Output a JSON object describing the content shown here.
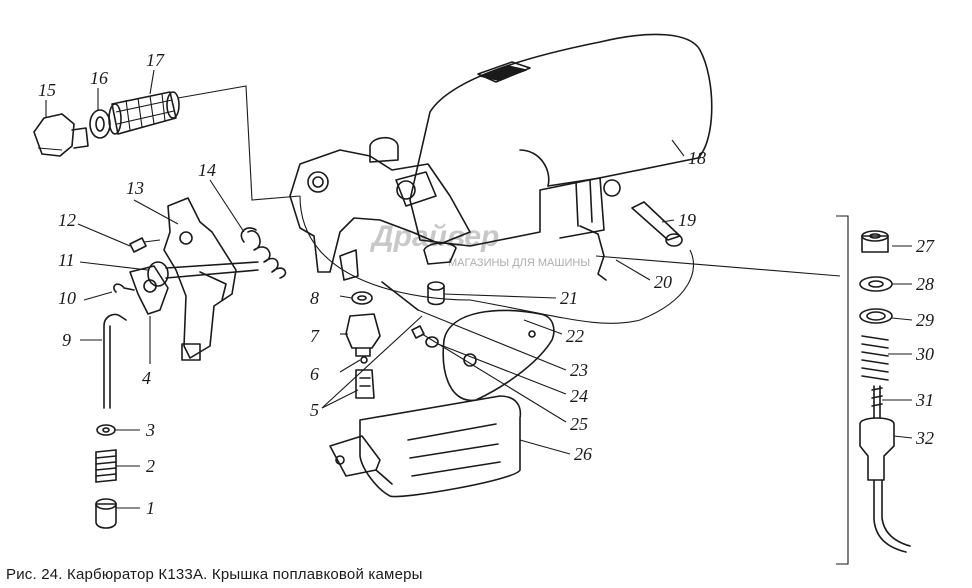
{
  "caption": "Рис. 24. Карбюратор К133А. Крышка поплавковой камеры",
  "watermark": {
    "title": "Драйвер",
    "subtitle": "МАГАЗИНЫ ДЛЯ МАШИНЫ"
  },
  "part_numbers": {
    "p1": "1",
    "p2": "2",
    "p3": "3",
    "p4": "4",
    "p5": "5",
    "p6": "6",
    "p7": "7",
    "p8": "8",
    "p9": "9",
    "p10": "10",
    "p11": "11",
    "p12": "12",
    "p13": "13",
    "p14": "14",
    "p15": "15",
    "p16": "16",
    "p17": "17",
    "p18": "18",
    "p19": "19",
    "p20": "20",
    "p21": "21",
    "p22": "22",
    "p23": "23",
    "p24": "24",
    "p25": "25",
    "p26": "26",
    "p27": "27",
    "p28": "28",
    "p29": "29",
    "p30": "30",
    "p31": "31",
    "p32": "32"
  }
}
